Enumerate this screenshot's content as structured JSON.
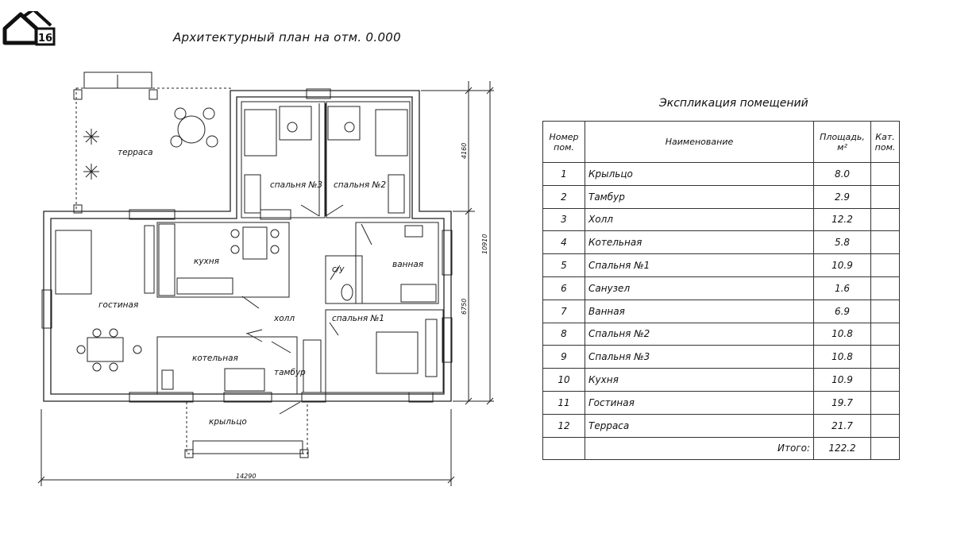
{
  "logo": {
    "badge": "16"
  },
  "plan": {
    "title": "Архитектурный план на отм. 0.000",
    "rooms": {
      "terrace": "терраса",
      "bedroom3": "спальня №3",
      "bedroom2": "спальня №2",
      "kitchen": "кухня",
      "wc": "с/у",
      "bathroom": "ванная",
      "living": "гостиная",
      "hall": "холл",
      "bedroom1": "спальня №1",
      "boiler": "котельная",
      "vestibule": "тамбур",
      "porch": "крыльцо"
    },
    "dimensions": {
      "total_width": "14290",
      "total_height": "10910",
      "upper_height": "4160",
      "lower_height": "6750"
    }
  },
  "explication": {
    "title": "Экспликация помещений",
    "headers": {
      "num": [
        "Номер",
        "пом."
      ],
      "name": "Наименование",
      "area": [
        "Площадь,",
        "м²"
      ],
      "cat": [
        "Кат.",
        "пом."
      ]
    },
    "rows": [
      {
        "num": "1",
        "name": "Крыльцо",
        "area": "8.0"
      },
      {
        "num": "2",
        "name": "Тамбур",
        "area": "2.9"
      },
      {
        "num": "3",
        "name": "Холл",
        "area": "12.2"
      },
      {
        "num": "4",
        "name": "Котельная",
        "area": "5.8"
      },
      {
        "num": "5",
        "name": "Спальня №1",
        "area": "10.9"
      },
      {
        "num": "6",
        "name": "Санузел",
        "area": "1.6"
      },
      {
        "num": "7",
        "name": "Ванная",
        "area": "6.9"
      },
      {
        "num": "8",
        "name": "Спальня №2",
        "area": "10.8"
      },
      {
        "num": "9",
        "name": "Спальня №3",
        "area": "10.8"
      },
      {
        "num": "10",
        "name": "Кухня",
        "area": "10.9"
      },
      {
        "num": "11",
        "name": "Гостиная",
        "area": "19.7"
      },
      {
        "num": "12",
        "name": "Терраса",
        "area": "21.7"
      }
    ],
    "total_label": "Итого:",
    "total_value": "122.2"
  }
}
